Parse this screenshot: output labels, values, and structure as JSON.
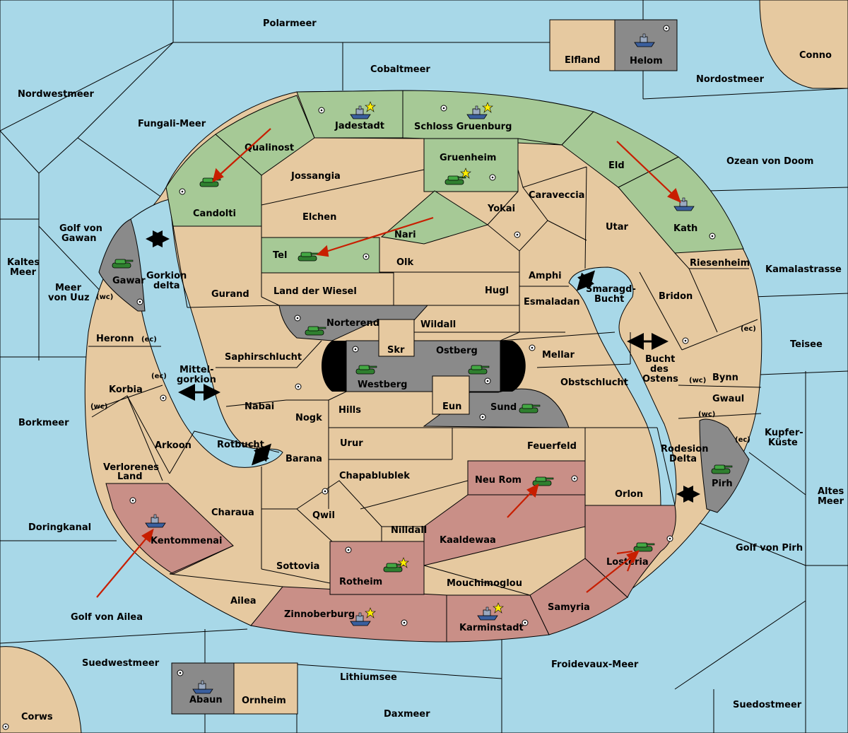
{
  "colors": {
    "sea": "#a8d8e8",
    "land": "#e6c9a0",
    "player_green": "#a6c996",
    "player_red": "#c98f87",
    "neutral_gray": "#8a8a8a",
    "order_arrow": "#c81e00"
  },
  "seas": {
    "polarmeer": "Polarmeer",
    "cobaltmeer": "Cobaltmeer",
    "nordwestmeer": "Nordwestmeer",
    "fungali": "Fungali-Meer",
    "nordostmeer": "Nordostmeer",
    "ozean_doom": "Ozean von Doom",
    "kamalastrasse": "Kamalastrasse",
    "teisee": "Teisee",
    "kupfer1": "Kupfer-",
    "kupfer2": "Küste",
    "altes1": "Altes",
    "altes2": "Meer",
    "golf_pirh": "Golf von Pirh",
    "suedostmeer": "Suedostmeer",
    "froidevaux": "Froidevaux-Meer",
    "daxmeer": "Daxmeer",
    "lithiumsee": "Lithiumsee",
    "suedwestmeer": "Suedwestmeer",
    "golf_ailea": "Golf von Ailea",
    "doringkanal": "Doringkanal",
    "borkmeer": "Borkmeer",
    "kaltes1": "Kaltes",
    "kaltes2": "Meer",
    "meer_uuz1": "Meer",
    "meer_uuz2": "von Uuz",
    "golf_gawan1": "Golf von",
    "golf_gawan2": "Gawan",
    "gorkion1": "Gorkion",
    "gorkion2": "delta",
    "mittel1": "Mittel-",
    "mittel2": "gorkion",
    "rotbucht": "Rotbucht",
    "smaragd1": "Smaragd-",
    "smaragd2": "Bucht",
    "bucht_ostens1": "Bucht",
    "bucht_ostens2": "des",
    "bucht_ostens3": "Ostens",
    "rodesion1": "Rodesion",
    "rodesion2": "Delta"
  },
  "lands": {
    "elfland": "Elfland",
    "helom": "Helom",
    "conno": "Conno",
    "jadestadt": "Jadestadt",
    "schloss": "Schloss Gruenburg",
    "qualinost": "Qualinost",
    "jossangia": "Jossangia",
    "gruenheim": "Gruenheim",
    "caraveccia": "Caraveccia",
    "eld": "Eld",
    "candolti": "Candolti",
    "elchen": "Elchen",
    "yokai": "Yokai",
    "nari": "Nari",
    "utar": "Utar",
    "kath": "Kath",
    "tel": "Tel",
    "olk": "Olk",
    "amphi": "Amphi",
    "riesenheim": "Riesenheim",
    "gawar": "Gawar",
    "gurand": "Gurand",
    "land_wiesel": "Land der Wiesel",
    "hugl": "Hugl",
    "esmaladan": "Esmaladan",
    "bridon": "Bridon",
    "norterend": "Norterend",
    "wildall": "Wildall",
    "skr": "Skr",
    "ostberg": "Ostberg",
    "mellar": "Mellar",
    "heronn": "Heronn",
    "saphirschlucht": "Saphirschlucht",
    "westberg": "Westberg",
    "obstschlucht": "Obstschlucht",
    "bynn": "Bynn",
    "korbia": "Korbia",
    "nabai": "Nabai",
    "hills": "Hills",
    "eun": "Eun",
    "sund": "Sund",
    "gwaul": "Gwaul",
    "nogk": "Nogk",
    "arkoon": "Arkoon",
    "urur": "Urur",
    "feuerfeld": "Feuerfeld",
    "barana": "Barana",
    "verlorenes1": "Verlorenes",
    "verlorenes2": "Land",
    "chapablublek": "Chapablublek",
    "neu_rom": "Neu Rom",
    "orlon": "Orlon",
    "pirh": "Pirh",
    "charaua": "Charaua",
    "qwil": "Qwil",
    "nilldall": "Nilldall",
    "kaaldewaa": "Kaaldewaa",
    "kentommenai": "Kentommenai",
    "losteria": "Losteria",
    "sottovia": "Sottovia",
    "rotheim": "Rotheim",
    "mouchimoglou": "Mouchimoglou",
    "ailea": "Ailea",
    "samyria": "Samyria",
    "zinnoberburg": "Zinnoberburg",
    "karminstadt": "Karminstadt",
    "abaun": "Abaun",
    "ornheim": "Ornheim",
    "corws": "Corws"
  },
  "coasts": {
    "wc": "(wc)",
    "ec": "(ec)"
  }
}
